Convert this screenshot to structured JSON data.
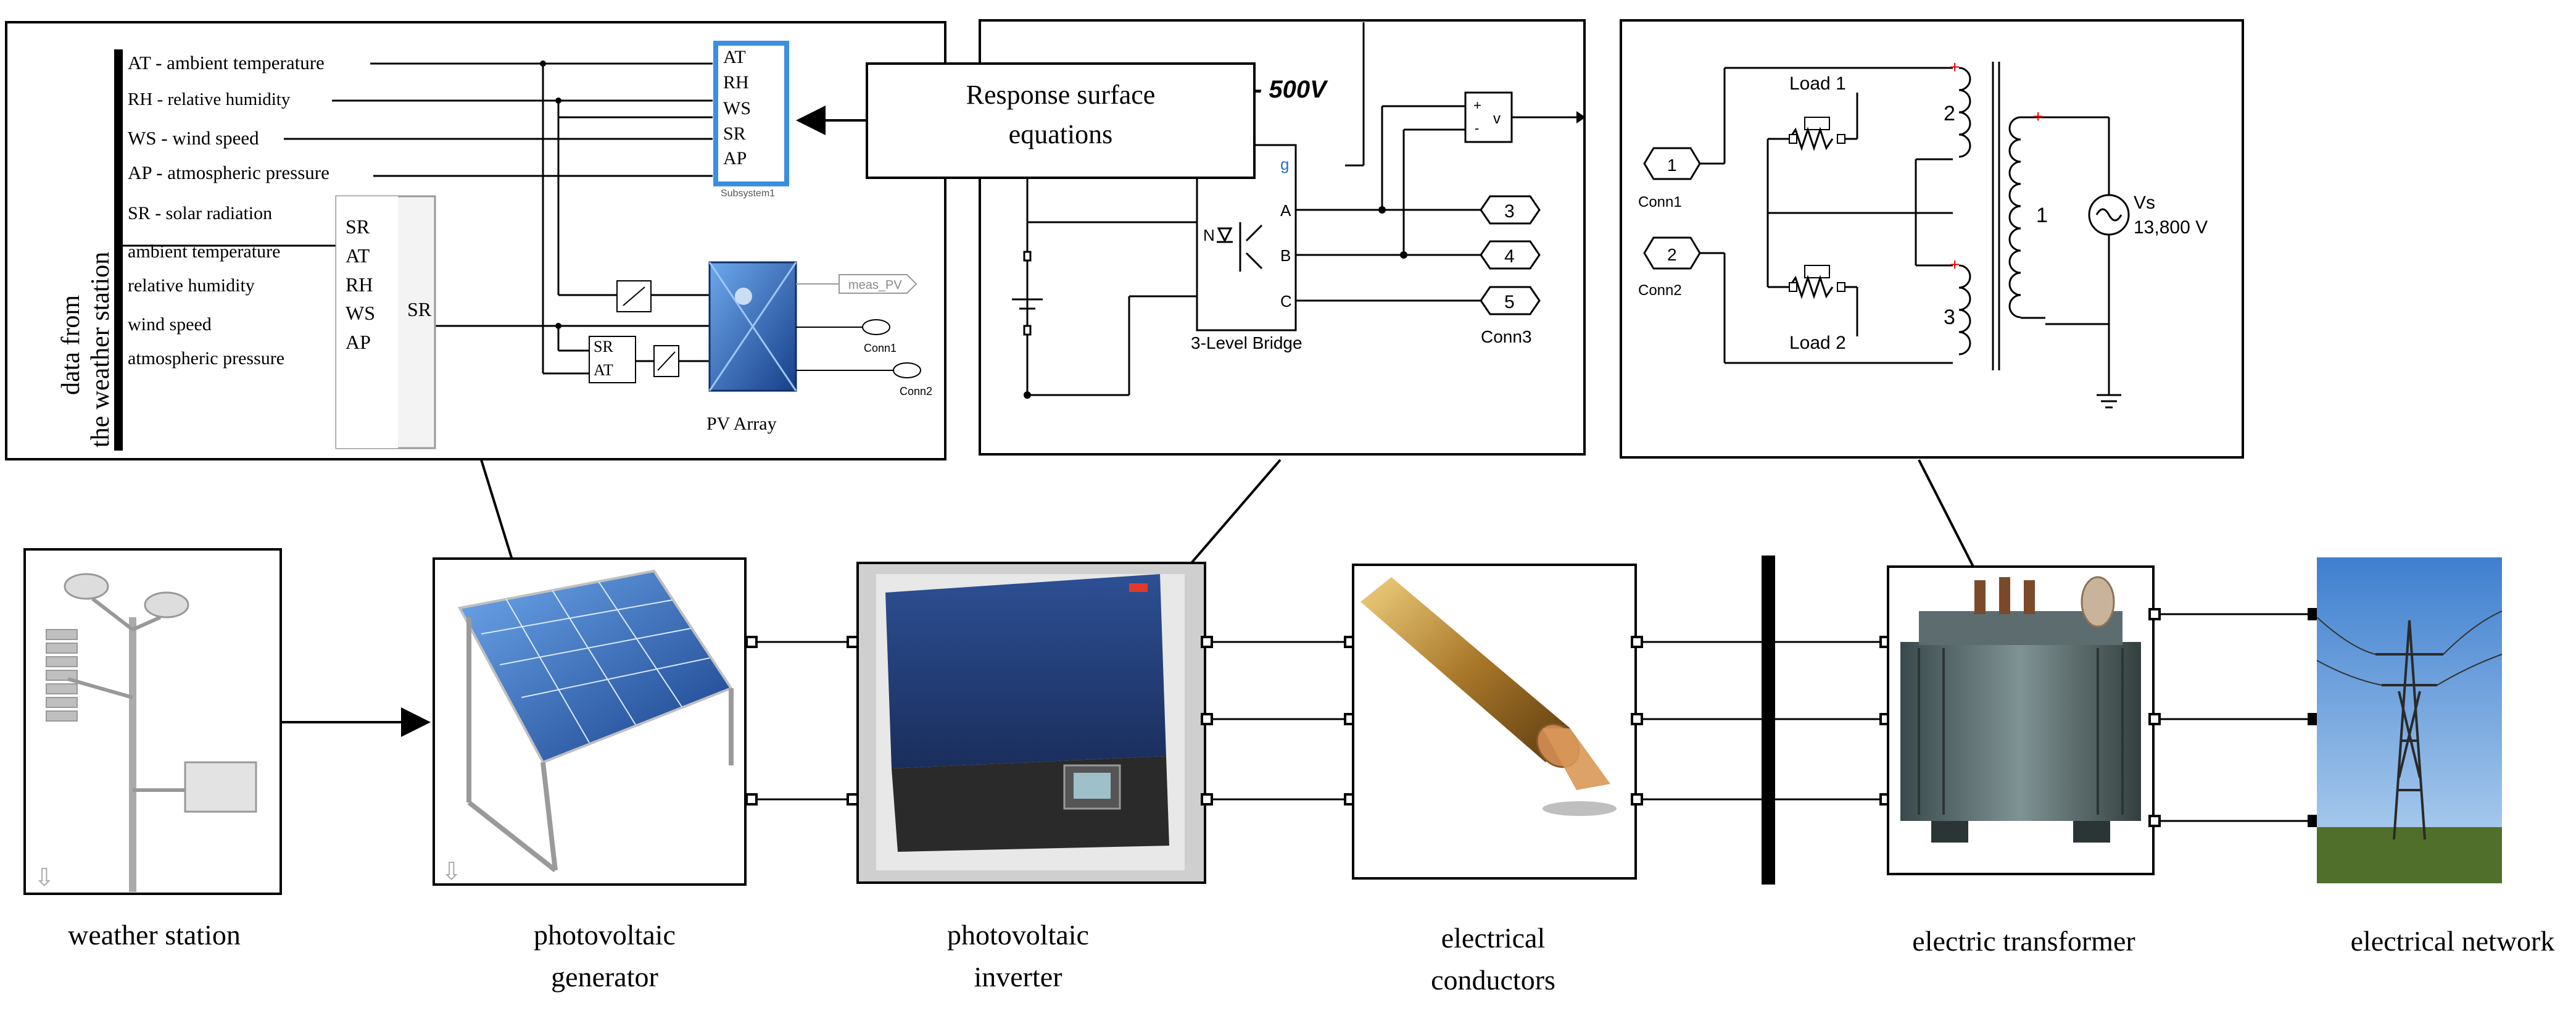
{
  "weather_panel": {
    "side_label_line1": "data from",
    "side_label_line2": "the weather station",
    "signals": [
      "AT - ambient temperature",
      "RH - relative humidity",
      "WS - wind speed",
      "AP - atmospheric pressure"
    ],
    "subsystem_ports": [
      "AT",
      "RH",
      "WS",
      "SR",
      "AP"
    ],
    "subsystem_caption": "Subsystem1",
    "inputs2": [
      "SR - solar radiation",
      "ambient temperature",
      "relative humidity",
      "wind speed",
      "atmospheric pressure"
    ],
    "block2_ports": [
      "SR",
      "AT",
      "RH",
      "WS",
      "AP"
    ],
    "block2_output": "SR",
    "pv_inputs": [
      "SR",
      "AT"
    ],
    "pv_label": "PV Array",
    "meas_label": "meas_PV",
    "conn1": "Conn1",
    "conn2": "Conn2"
  },
  "inverter_panel": {
    "voltage_label": "- 500V",
    "bridge_label": "3-Level Bridge",
    "bridge_ports": [
      "g",
      "A",
      "B",
      "C"
    ],
    "bridge_n": "N",
    "meter_label": "v",
    "outputs": [
      "3",
      "4",
      "5"
    ],
    "conn_label": "Conn3"
  },
  "callout": {
    "line1": "Response surface",
    "line2": "equations"
  },
  "transformer_panel": {
    "ports": [
      "1",
      "2"
    ],
    "conn_labels": [
      "Conn1",
      "Conn2"
    ],
    "loads": [
      "Load 1",
      "Load 2"
    ],
    "windings": [
      "2",
      "1",
      "3"
    ],
    "source_label": "Vs",
    "source_value": "13,800 V"
  },
  "components": [
    {
      "label_lines": [
        "weather station"
      ]
    },
    {
      "label_lines": [
        "photovoltaic",
        "generator"
      ]
    },
    {
      "label_lines": [
        "photovoltaic",
        "inverter"
      ]
    },
    {
      "label_lines": [
        "electrical",
        "conductors"
      ]
    },
    {
      "label_lines": [
        "electric transformer"
      ]
    },
    {
      "label_lines": [
        "electrical network"
      ]
    }
  ],
  "colors": {
    "line": "#000000",
    "pv_blue": "#1f5fb5",
    "inverter_blue": "#223f7a",
    "copper": "#c9874f",
    "highlight": "#3b8ee0"
  }
}
